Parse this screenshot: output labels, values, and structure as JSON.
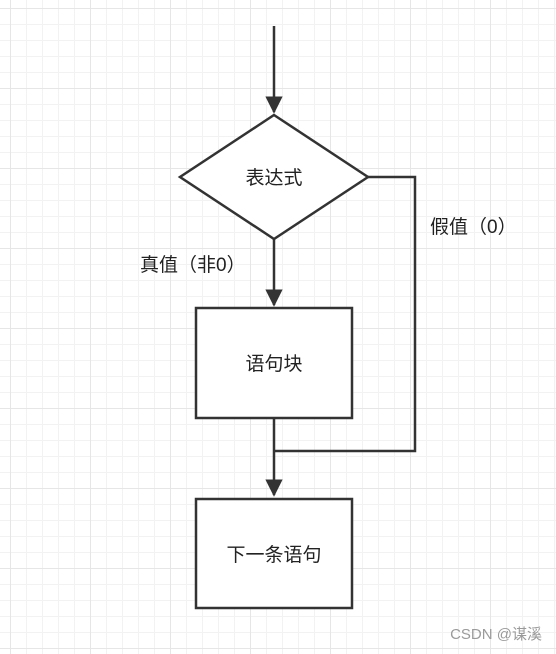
{
  "nodes": {
    "decision": {
      "label": "表达式"
    },
    "block": {
      "label": "语句块"
    },
    "next": {
      "label": "下一条语句"
    }
  },
  "edges": {
    "true_branch": {
      "label": "真值（非0）"
    },
    "false_branch": {
      "label": "假值（0）"
    }
  },
  "watermark": "CSDN @谋溪"
}
